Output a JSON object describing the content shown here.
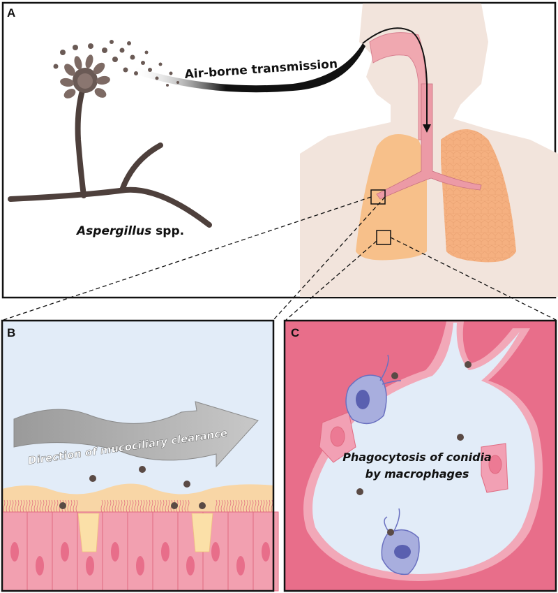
{
  "panels": {
    "a": {
      "label": "A",
      "transmission_text": "Air-borne transmission",
      "organism_italic": "Aspergillus",
      "organism_suffix": " spp."
    },
    "b": {
      "label": "B",
      "arrow_text": "Direction of mucociliary clearance"
    },
    "c": {
      "label": "C",
      "caption_line1": "Phagocytosis of conidia",
      "caption_line2": "by macrophages"
    }
  },
  "colors": {
    "conidia": "#5a4a45",
    "lung": "#f7c08a",
    "skin": "#f2e4dc",
    "airway_fluid": "#e2ecf8",
    "tissue": "#e86e8a",
    "epithelium": "#f2a0b0",
    "macrophage": "#a8aede",
    "mucus": "#f8d6a6"
  }
}
